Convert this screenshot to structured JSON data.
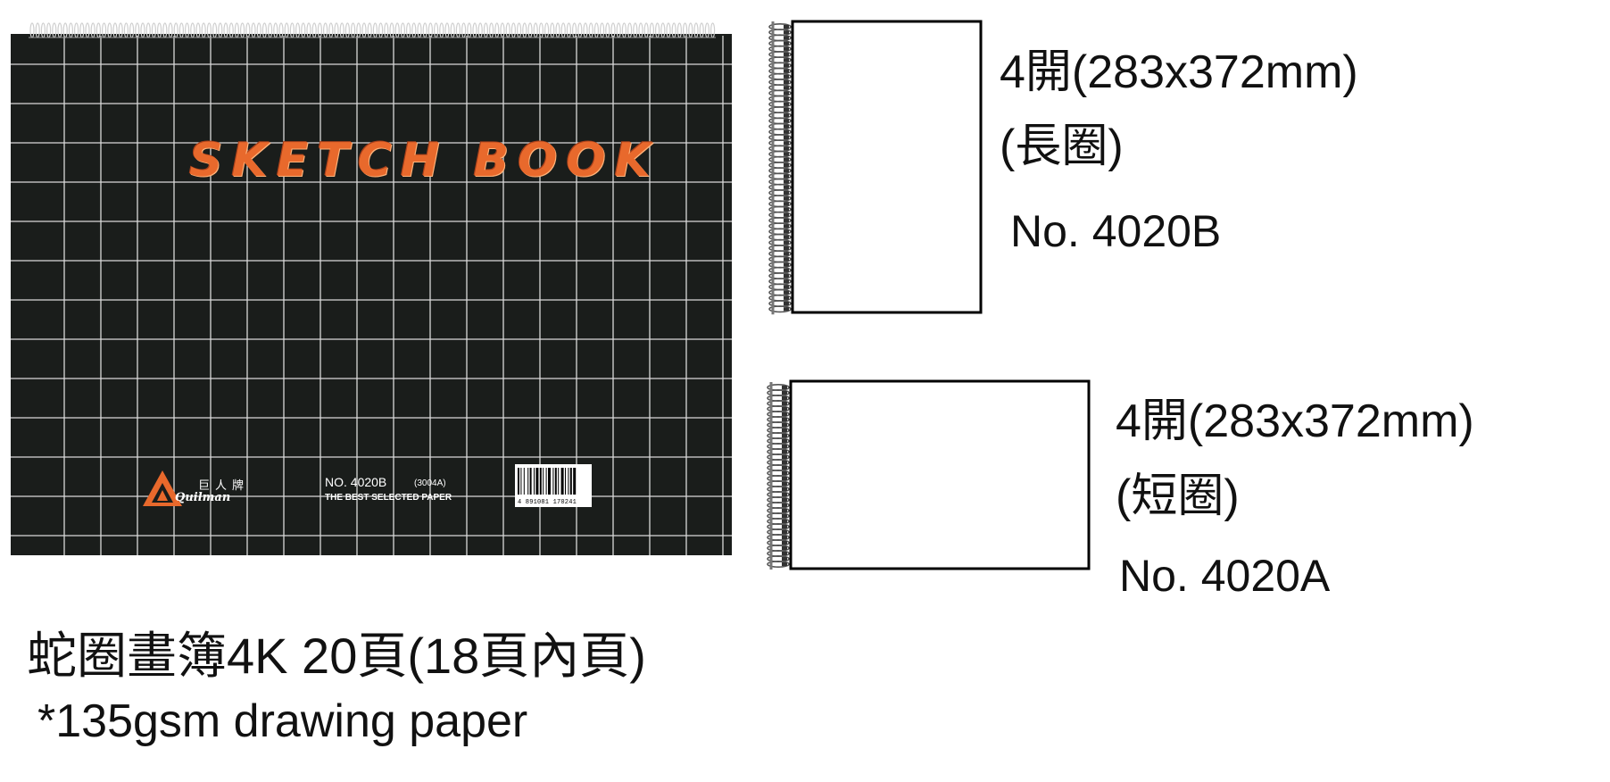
{
  "cover": {
    "title": "SKETCH BOOK",
    "brand_cn": "巨人牌",
    "brand_en": "Quilman",
    "model_no": "NO. 4020B",
    "model_code": "(3004A)",
    "tagline": "THE BEST SELECTED PAPER",
    "barcode_number": "4 891081 170241",
    "colors": {
      "cover": "#1a1d1b",
      "grid": "#d9d9d9",
      "title": "#e8692c",
      "logo": "#e8692c"
    }
  },
  "long_ring": {
    "size": "4開(283x372mm)",
    "binding": "(長圈)",
    "model": "No. 4020B"
  },
  "short_ring": {
    "size": "4開(283x372mm)",
    "binding": "(短圈)",
    "model": "No. 4020A"
  },
  "product": {
    "name": "蛇圈畫簿4K 20頁(18頁內頁)",
    "paper": "*135gsm drawing paper"
  }
}
